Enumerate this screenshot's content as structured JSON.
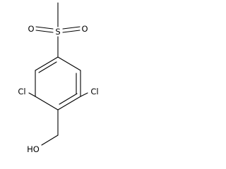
{
  "molecule": {
    "atoms": {
      "o_left": "O",
      "o_right": "O",
      "sulfur": "S",
      "cl_left": "Cl",
      "cl_right": "Cl",
      "hydroxyl": "HO"
    }
  }
}
